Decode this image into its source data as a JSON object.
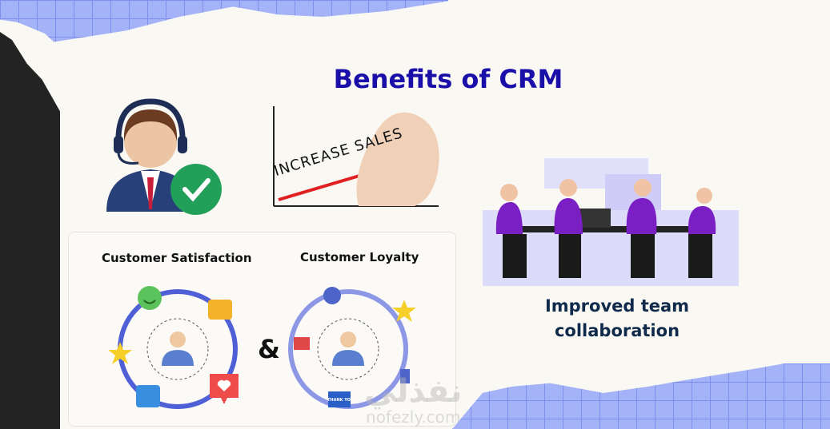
{
  "title": "Benefits of CRM",
  "sales_chart": {
    "label": "INCREASE SALES"
  },
  "card": {
    "satisfaction_heading": "Customer Satisfaction",
    "loyalty_heading": "Customer Loyalty",
    "ampersand": "&",
    "thank_you": "THANK YOU"
  },
  "team": {
    "line1": "Improved team",
    "line2": "collaboration"
  },
  "watermark": {
    "arabic": "نفذلي",
    "latin": "nofezly.com"
  },
  "colors": {
    "title": "#1a0fa8",
    "ring": "#4f5fd6",
    "grid": "#a4b3f7",
    "team_text": "#0f2a4a"
  }
}
